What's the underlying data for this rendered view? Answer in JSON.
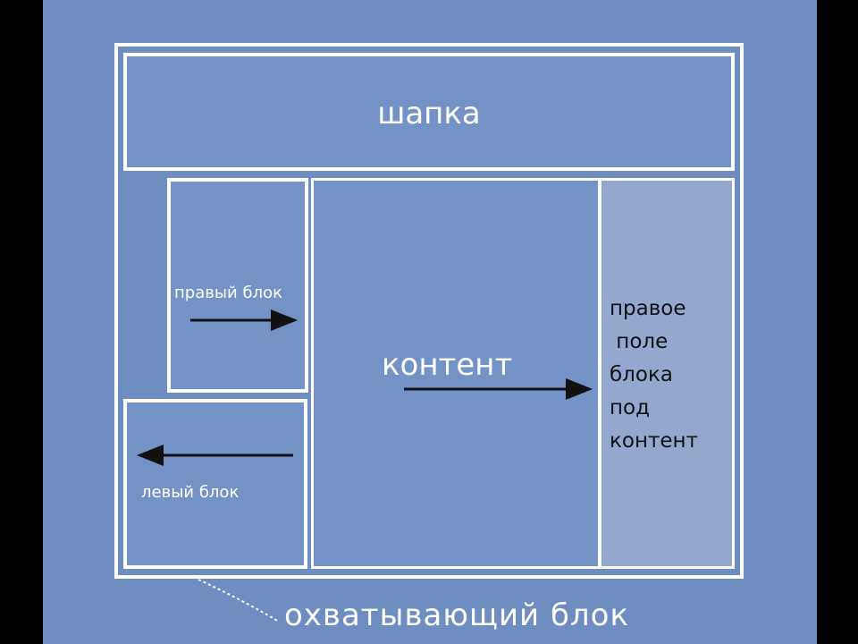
{
  "diagram": {
    "header_label": "шапка",
    "right_block_label": "правый блок",
    "left_block_label": "левый блок",
    "content_label": "контент",
    "right_field_label": "правое\n поле\nблока\nпод\nконтент",
    "caption": "охватывающий блок"
  },
  "colors": {
    "background": "#6e8dc1",
    "box_fill": "#7392c6",
    "right_field_fill": "#93a7cf",
    "border": "#ffffff",
    "arrow": "#111111"
  },
  "icons": [
    "arrow-right-icon",
    "arrow-left-icon"
  ]
}
